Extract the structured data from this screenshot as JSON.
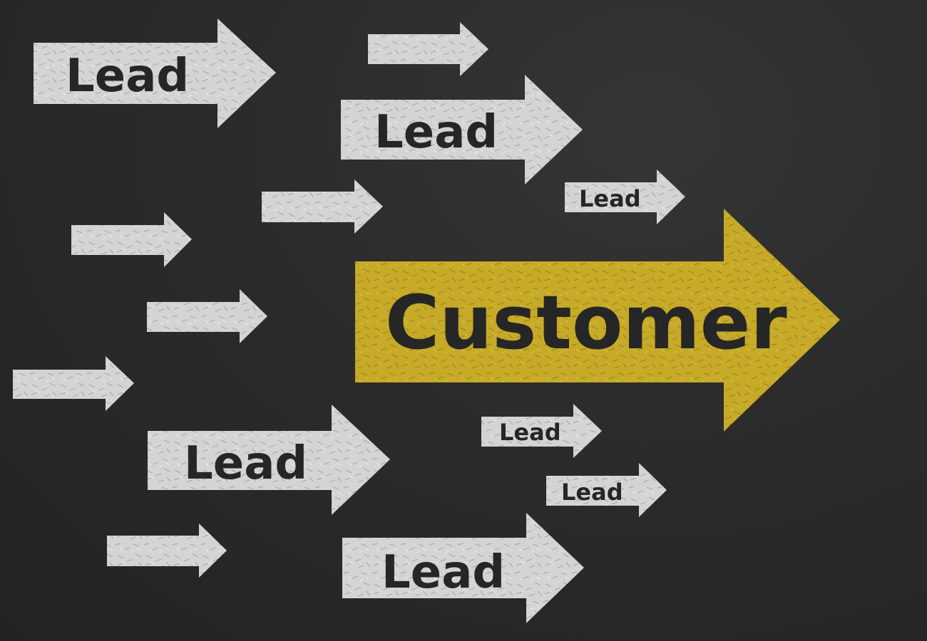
{
  "board": {
    "background_color": "#2b2b2b",
    "chalk_color": "#d9d9d9",
    "accent_color": "#c9ad2b",
    "text_color": "#262626"
  },
  "arrows": {
    "lead_1": "Lead",
    "lead_2": "Lead",
    "lead_3": "Lead",
    "lead_4": "Lead",
    "lead_5": "Lead",
    "lead_6": "Lead",
    "lead_7": "Lead",
    "customer": "Customer"
  }
}
